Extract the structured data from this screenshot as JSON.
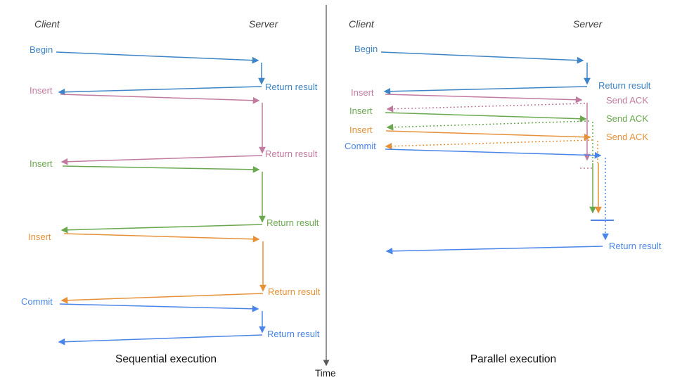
{
  "colors": {
    "blue": "#3d85c6",
    "commit_blue": "#4a86e8",
    "pink": "#c27ba0",
    "green": "#6aa84f",
    "orange": "#e69138",
    "axis_gray": "#595959"
  },
  "axis": {
    "label": "Time"
  },
  "panels": {
    "sequential": {
      "title": "Sequential execution",
      "client": "Client",
      "server": "Server",
      "rows": [
        {
          "op": "Begin",
          "result": "Return result"
        },
        {
          "op": "Insert",
          "result": "Return result"
        },
        {
          "op": "Insert",
          "result": "Return result"
        },
        {
          "op": "Insert",
          "result": "Return result"
        },
        {
          "op": "Commit",
          "result": "Return result"
        }
      ]
    },
    "parallel": {
      "title": "Parallel execution",
      "client": "Client",
      "server": "Server",
      "rows": [
        {
          "op": "Begin",
          "result": "Return result"
        },
        {
          "op": "Insert",
          "result": "Send ACK"
        },
        {
          "op": "Insert",
          "result": "Send ACK"
        },
        {
          "op": "Insert",
          "result": "Send ACK"
        },
        {
          "op": "Commit"
        }
      ],
      "final_result": "Return result"
    }
  }
}
